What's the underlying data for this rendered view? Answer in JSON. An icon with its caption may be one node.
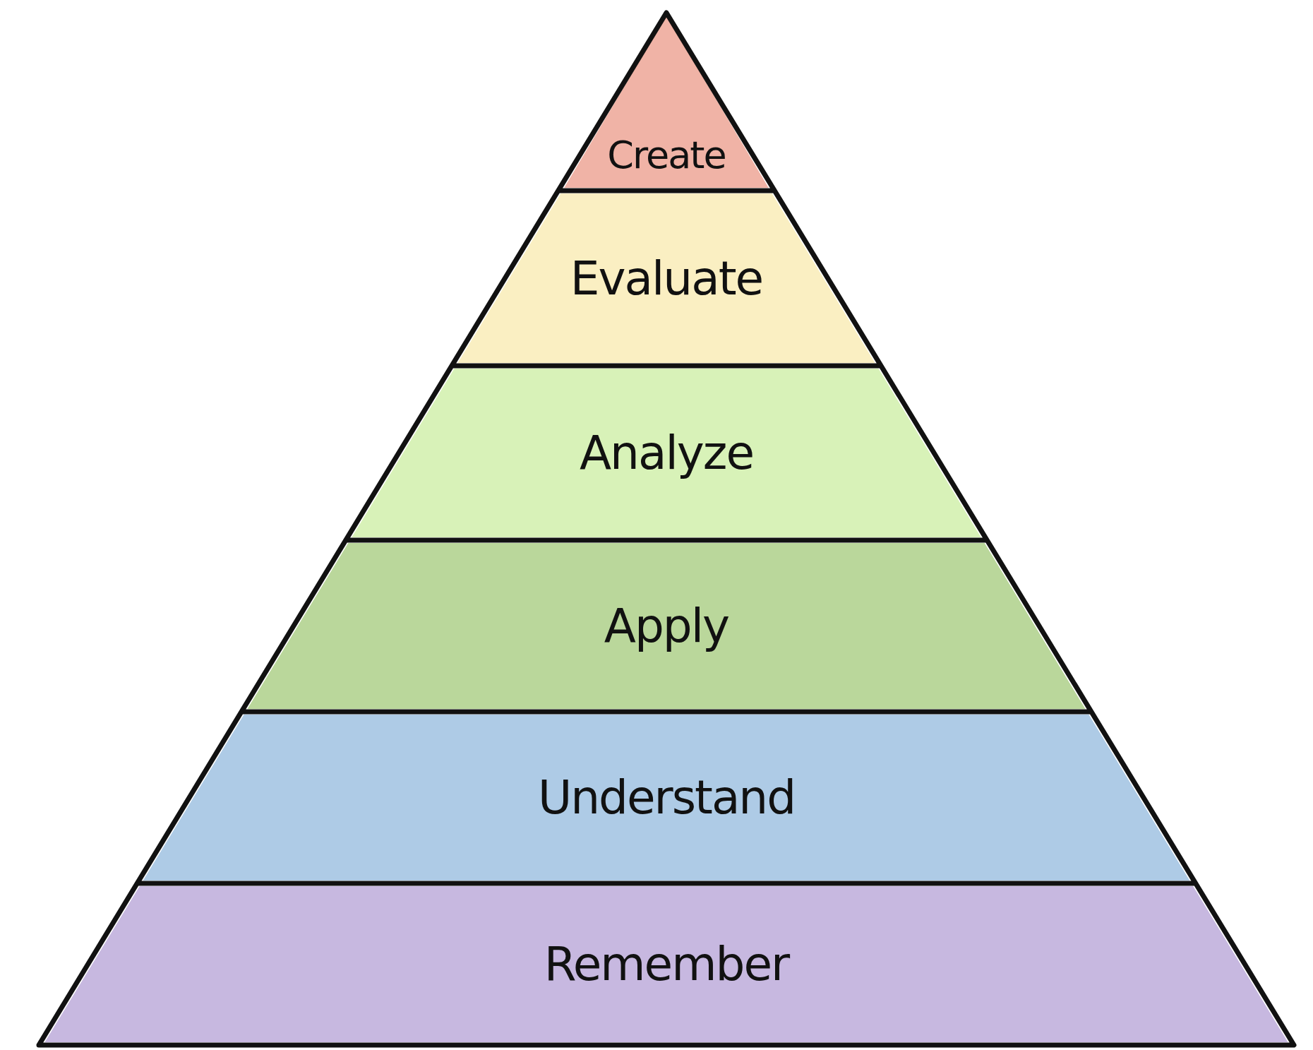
{
  "diagram": {
    "nodes": [
      {
        "text": [
          "Create"
        ]
      },
      {
        "text": [
          "Evaluate"
        ]
      },
      {
        "text": [
          "Analyze"
        ]
      },
      {
        "text": [
          "Apply"
        ]
      },
      {
        "text": [
          "Understand"
        ]
      },
      {
        "text": [
          "Remember"
        ]
      }
    ]
  }
}
